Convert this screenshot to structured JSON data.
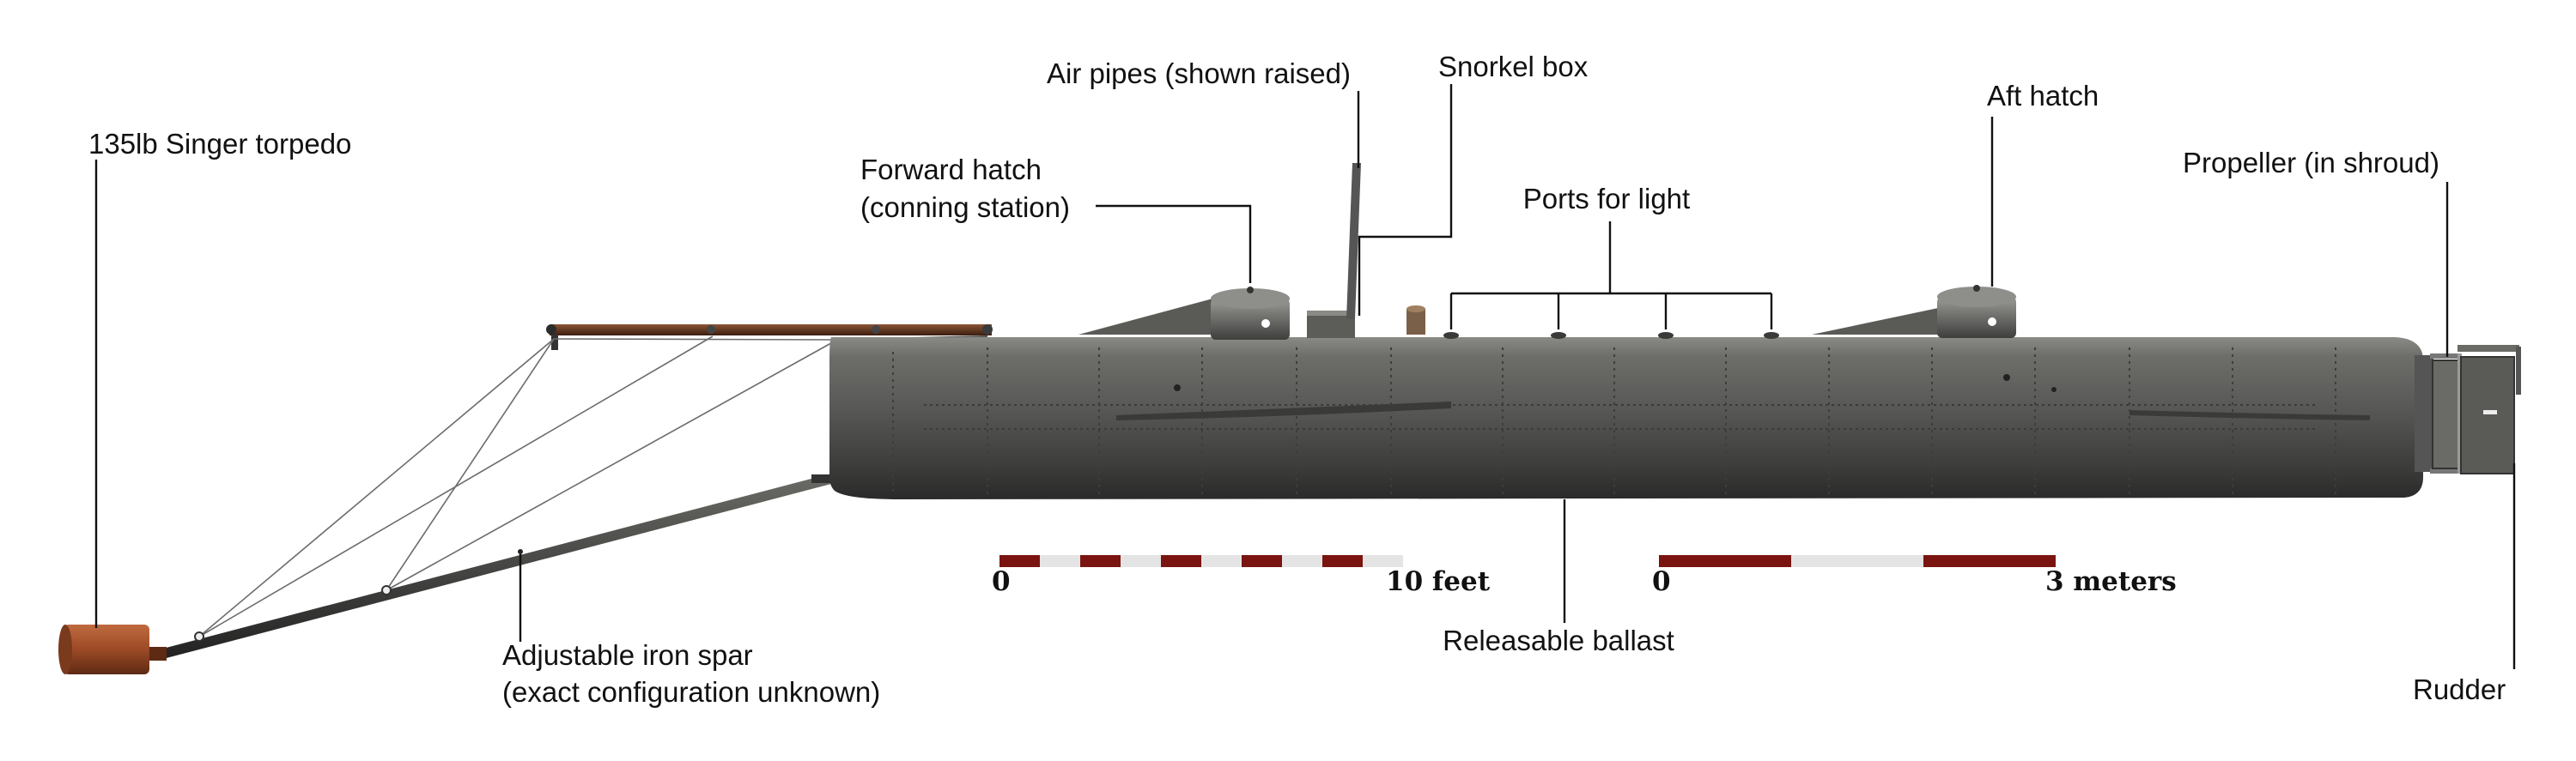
{
  "labels": {
    "torpedo": "135lb Singer torpedo",
    "air_pipes": "Air pipes (shown raised)",
    "snorkel_box": "Snorkel box",
    "forward_hatch_line1": "Forward hatch",
    "forward_hatch_line2": "(conning station)",
    "ports": "Ports for light",
    "aft_hatch": "Aft hatch",
    "propeller": "Propeller (in shroud)",
    "spar_line1": "Adjustable iron spar",
    "spar_line2": "(exact configuration unknown)",
    "ballast": "Releasable ballast",
    "rudder": "Rudder"
  },
  "scales": {
    "feet": {
      "start": "0",
      "end": "10 feet"
    },
    "meters": {
      "start": "0",
      "end": "3 meters"
    }
  },
  "colors": {
    "scale_red": "#7a1410",
    "scale_light": "#e4e4e4",
    "hull": "#4e4e4c",
    "torpedo": "#9c4a26",
    "pole": "#5a2f1c"
  }
}
